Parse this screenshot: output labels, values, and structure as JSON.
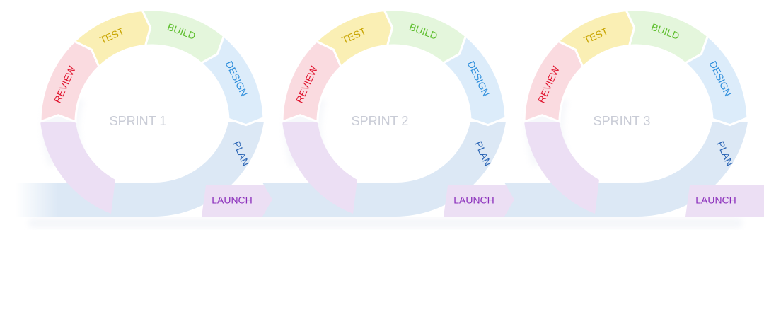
{
  "colors": {
    "plan": "#dce8f5",
    "design": "#dcecfa",
    "build": "#e4f6dc",
    "test": "#faefb4",
    "review": "#fadbe0",
    "purple": "#ecdff4",
    "launch_bg": "#ecdff4",
    "sprint_text": "#c9ccd6",
    "plan_text": "#2a64b4",
    "design_text": "#2f8fdc",
    "build_text": "#5bbd2a",
    "test_text": "#c8a400",
    "review_text": "#e0152f",
    "launch_text": "#8a2dbb"
  },
  "sprints": [
    {
      "title": "SPRINT 1",
      "plan": "PLAN",
      "design": "DESIGN",
      "build": "BUILD",
      "test": "TEST",
      "review": "REVIEW",
      "launch": "LAUNCH"
    },
    {
      "title": "SPRINT 2",
      "plan": "PLAN",
      "design": "DESIGN",
      "build": "BUILD",
      "test": "TEST",
      "review": "REVIEW",
      "launch": "LAUNCH"
    },
    {
      "title": "SPRINT 3",
      "plan": "PLAN",
      "design": "DESIGN",
      "build": "BUILD",
      "test": "TEST",
      "review": "REVIEW",
      "launch": "LAUNCH"
    }
  ]
}
